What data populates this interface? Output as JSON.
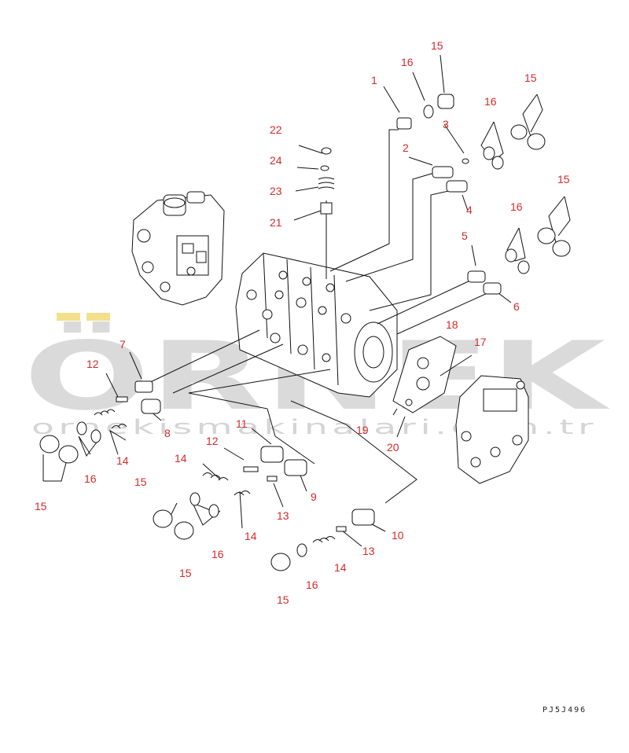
{
  "watermark": {
    "main": "ÖRNEK",
    "url": "ornekismakinalari.com.tr",
    "accent": "#f3e08a",
    "color": "#bdbdbd"
  },
  "drawing_code": "PJ5J496",
  "label_color": "#d42a2a",
  "labels": {
    "l1": "1",
    "l2": "2",
    "l3": "3",
    "l4": "4",
    "l5": "5",
    "l6": "6",
    "l7": "7",
    "l8": "8",
    "l9": "9",
    "l10": "10",
    "l11": "11",
    "l13a": "13",
    "l13b": "13",
    "l12a": "12",
    "l12b": "12",
    "l14a": "14",
    "l14b": "14",
    "l14c": "14",
    "l14d": "14",
    "l15a": "15",
    "l15b": "15",
    "l15c": "15",
    "l15d": "15",
    "l15e": "15",
    "l15f": "15",
    "l15g": "15",
    "l16a": "16",
    "l16b": "16",
    "l16c": "16",
    "l16d": "16",
    "l16e": "16",
    "l16f": "16",
    "l17": "17",
    "l18": "18",
    "l19": "19",
    "l20": "20",
    "l21": "21",
    "l22": "22",
    "l23": "23",
    "l24": "24"
  }
}
